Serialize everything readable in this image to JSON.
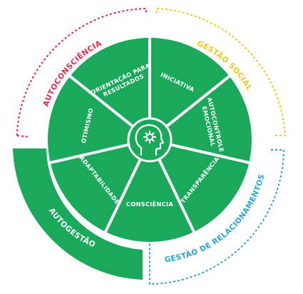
{
  "colors": {
    "wheel": "#1aa85b",
    "separator": "#0f7a3d",
    "white": "#ffffff",
    "autoconsciencia": "#e8254a",
    "gestao_social": "#f5c518",
    "gestao_relacionamentos": "#2aa3d9",
    "autogestao_text": "#ffffff"
  },
  "quadrants": {
    "autoconsciencia": "AUTOCONSCIÊNCIA",
    "gestao_social": "GESTÃO SOCIAL",
    "gestao_relacionamentos": "GESTÃO DE RELACIONAMENTOS",
    "autogestao": "AUTOGESTÃO"
  },
  "segments": [
    {
      "lines": [
        "INICIATIVA"
      ]
    },
    {
      "lines": [
        "AUTOCONTROLE",
        "EMOCIONAL"
      ]
    },
    {
      "lines": [
        "TRANSPARÊNCIA"
      ]
    },
    {
      "lines": [
        "CONSCIÊNCIA"
      ]
    },
    {
      "lines": [
        "ADAPTABILIDADE"
      ]
    },
    {
      "lines": [
        "OTIMISMO"
      ]
    },
    {
      "lines": [
        "ORIENTAÇÃO PARA",
        "RESULTADOS"
      ]
    }
  ],
  "center_icon": "head-with-gear-icon"
}
